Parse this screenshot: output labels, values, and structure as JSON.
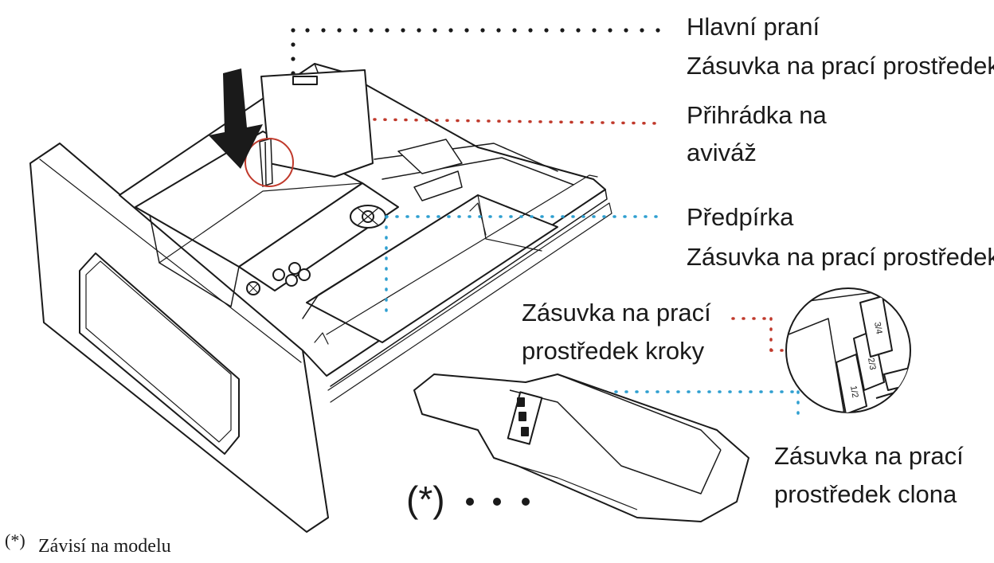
{
  "labels": {
    "main_wash": [
      "Hlavní praní",
      "Zásuvka na prací prostředek"
    ],
    "softener": [
      "Přihrádka na",
      "aviváž"
    ],
    "prewash": [
      "Předpírka",
      "Zásuvka na prací prostředek"
    ],
    "steps": [
      "Zásuvka na prací",
      "prostředek kroky"
    ],
    "shutter": [
      "Zásuvka na prací",
      "prostředek clona"
    ]
  },
  "marker": "(*)",
  "footnote": {
    "symbol": "(*)",
    "text": "Závisí na modelu"
  },
  "scale_marks": [
    "1/2",
    "2/3",
    "3/4"
  ],
  "colors": {
    "outline": "#1a1a1a",
    "text": "#1a1a1a",
    "leader_main": "#1a1a1a",
    "leader_softener": "#c0392b",
    "leader_prewash": "#2e9fd0",
    "highlight_circle": "#c0392b"
  }
}
